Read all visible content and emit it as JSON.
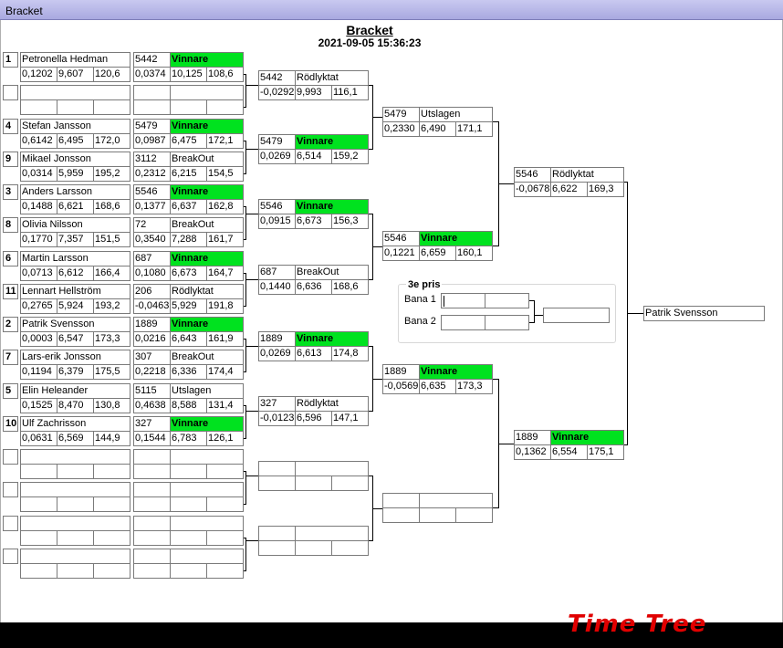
{
  "window": {
    "title": "Bracket"
  },
  "header": {
    "title": "Bracket",
    "datetime": "2021-09-05 15:36:23"
  },
  "third_prize": {
    "title": "3e pris",
    "lane1": "Bana 1",
    "lane2": "Bana 2"
  },
  "champion": "Patrik Svensson",
  "logo_text": "Time Tree",
  "drivers": [
    {
      "seed": "1",
      "name": "Petronella Hedman",
      "rt": "0,1202",
      "et": "9,607",
      "speed": "120,6"
    },
    {
      "seed": "",
      "name": "",
      "rt": "",
      "et": "",
      "speed": ""
    },
    {
      "seed": "4",
      "name": "Stefan Jansson",
      "rt": "0,6142",
      "et": "6,495",
      "speed": "172,0"
    },
    {
      "seed": "9",
      "name": "Mikael Jonsson",
      "rt": "0,0314",
      "et": "5,959",
      "speed": "195,2"
    },
    {
      "seed": "3",
      "name": "Anders Larsson",
      "rt": "0,1488",
      "et": "6,621",
      "speed": "168,6"
    },
    {
      "seed": "8",
      "name": "Olivia Nilsson",
      "rt": "0,1770",
      "et": "7,357",
      "speed": "151,5"
    },
    {
      "seed": "6",
      "name": "Martin Larsson",
      "rt": "0,0713",
      "et": "6,612",
      "speed": "166,4"
    },
    {
      "seed": "11",
      "name": "Lennart Hellström",
      "rt": "0,2765",
      "et": "5,924",
      "speed": "193,2"
    },
    {
      "seed": "2",
      "name": "Patrik Svensson",
      "rt": "0,0003",
      "et": "6,547",
      "speed": "173,3"
    },
    {
      "seed": "7",
      "name": "Lars-erik Jonsson",
      "rt": "0,1194",
      "et": "6,379",
      "speed": "175,5"
    },
    {
      "seed": "5",
      "name": "Elin  Heleander",
      "rt": "0,1525",
      "et": "8,470",
      "speed": "130,8"
    },
    {
      "seed": "10",
      "name": "Ulf Zachrisson",
      "rt": "0,0631",
      "et": "6,569",
      "speed": "144,9"
    },
    {
      "seed": "",
      "name": "",
      "rt": "",
      "et": "",
      "speed": ""
    },
    {
      "seed": "",
      "name": "",
      "rt": "",
      "et": "",
      "speed": ""
    },
    {
      "seed": "",
      "name": "",
      "rt": "",
      "et": "",
      "speed": ""
    },
    {
      "seed": "",
      "name": "",
      "rt": "",
      "et": "",
      "speed": ""
    }
  ],
  "round1": [
    {
      "car": "5442",
      "result": "Vinnare",
      "rt": "0,0374",
      "et": "10,125",
      "speed": "108,6",
      "win": true
    },
    {
      "car": "",
      "result": "",
      "rt": "",
      "et": "",
      "speed": "",
      "win": false
    },
    {
      "car": "5479",
      "result": "Vinnare",
      "rt": "0,0987",
      "et": "6,475",
      "speed": "172,1",
      "win": true
    },
    {
      "car": "3112",
      "result": "BreakOut",
      "rt": "0,2312",
      "et": "6,215",
      "speed": "154,5",
      "win": false
    },
    {
      "car": "5546",
      "result": "Vinnare",
      "rt": "0,1377",
      "et": "6,637",
      "speed": "162,8",
      "win": true
    },
    {
      "car": "72",
      "result": "BreakOut",
      "rt": "0,3540",
      "et": "7,288",
      "speed": "161,7",
      "win": false
    },
    {
      "car": "687",
      "result": "Vinnare",
      "rt": "0,1080",
      "et": "6,673",
      "speed": "164,7",
      "win": true
    },
    {
      "car": "206",
      "result": "Rödlyktat",
      "rt": "-0,0463",
      "et": "5,929",
      "speed": "191,8",
      "win": false
    },
    {
      "car": "1889",
      "result": "Vinnare",
      "rt": "0,0216",
      "et": "6,643",
      "speed": "161,9",
      "win": true
    },
    {
      "car": "307",
      "result": "BreakOut",
      "rt": "0,2218",
      "et": "6,336",
      "speed": "174,4",
      "win": false
    },
    {
      "car": "5115",
      "result": "Utslagen",
      "rt": "0,4638",
      "et": "8,588",
      "speed": "131,4",
      "win": false
    },
    {
      "car": "327",
      "result": "Vinnare",
      "rt": "0,1544",
      "et": "6,783",
      "speed": "126,1",
      "win": true
    },
    {
      "car": "",
      "result": "",
      "rt": "",
      "et": "",
      "speed": "",
      "win": false
    },
    {
      "car": "",
      "result": "",
      "rt": "",
      "et": "",
      "speed": "",
      "win": false
    },
    {
      "car": "",
      "result": "",
      "rt": "",
      "et": "",
      "speed": "",
      "win": false
    },
    {
      "car": "",
      "result": "",
      "rt": "",
      "et": "",
      "speed": "",
      "win": false
    }
  ],
  "round2": [
    {
      "car": "5442",
      "result": "Rödlyktat",
      "rt": "-0,0292",
      "et": "9,993",
      "speed": "116,1",
      "win": false
    },
    {
      "car": "5479",
      "result": "Vinnare",
      "rt": "0,0269",
      "et": "6,514",
      "speed": "159,2",
      "win": true
    },
    {
      "car": "5546",
      "result": "Vinnare",
      "rt": "0,0915",
      "et": "6,673",
      "speed": "156,3",
      "win": true
    },
    {
      "car": "687",
      "result": "BreakOut",
      "rt": "0,1440",
      "et": "6,636",
      "speed": "168,6",
      "win": false
    },
    {
      "car": "1889",
      "result": "Vinnare",
      "rt": "0,0269",
      "et": "6,613",
      "speed": "174,8",
      "win": true
    },
    {
      "car": "327",
      "result": "Rödlyktat",
      "rt": "-0,0123",
      "et": "6,596",
      "speed": "147,1",
      "win": false
    },
    {
      "car": "",
      "result": "",
      "rt": "",
      "et": "",
      "speed": "",
      "win": false
    },
    {
      "car": "",
      "result": "",
      "rt": "",
      "et": "",
      "speed": "",
      "win": false
    }
  ],
  "round3": [
    {
      "car": "5479",
      "result": "Utslagen",
      "rt": "0,2330",
      "et": "6,490",
      "speed": "171,1",
      "win": false
    },
    {
      "car": "5546",
      "result": "Vinnare",
      "rt": "0,1221",
      "et": "6,659",
      "speed": "160,1",
      "win": true
    },
    {
      "car": "1889",
      "result": "Vinnare",
      "rt": "-0,0569",
      "et": "6,635",
      "speed": "173,3",
      "win": true
    },
    {
      "car": "",
      "result": "",
      "rt": "",
      "et": "",
      "speed": "",
      "win": false
    }
  ],
  "round4": [
    {
      "car": "5546",
      "result": "Rödlyktat",
      "rt": "-0,0678",
      "et": "6,622",
      "speed": "169,3",
      "win": false
    },
    {
      "car": "1889",
      "result": "Vinnare",
      "rt": "0,1362",
      "et": "6,554",
      "speed": "175,1",
      "win": true
    }
  ]
}
